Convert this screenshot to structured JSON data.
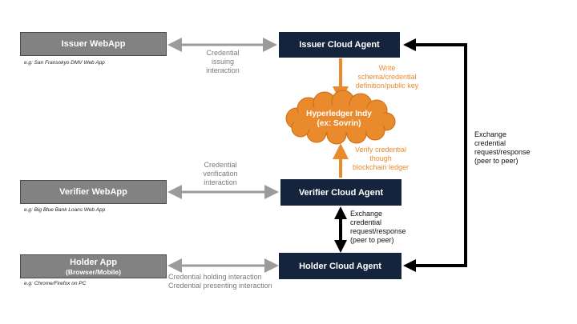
{
  "nodes": {
    "issuer_webapp": {
      "label": "Issuer WebApp",
      "caption": "e.g: San Fransokyo DMV Web App"
    },
    "verifier_webapp": {
      "label": "Verifier WebApp",
      "caption": "e.g: Big Blue Bank Loans Web App"
    },
    "holder_app": {
      "label": "Holder App",
      "sublabel": "(Browser/Mobile)",
      "caption": "e.g: Chrome/Firefox on PC"
    },
    "issuer_agent": {
      "label": "Issuer Cloud Agent"
    },
    "verifier_agent": {
      "label": "Verifier Cloud Agent"
    },
    "holder_agent": {
      "label": "Holder Cloud Agent"
    },
    "ledger": {
      "line1": "Hyperledger Indy",
      "line2": "(ex: Sovrin)"
    }
  },
  "edges": {
    "issuing": [
      "Credential",
      "issuing",
      "interaction"
    ],
    "verification": [
      "Credential",
      "verification",
      "interaction"
    ],
    "holding": [
      "Credential holding interaction",
      "Credential presenting interaction"
    ],
    "write": [
      "Write",
      "schema/credential",
      "definition/public key"
    ],
    "verify": [
      "Verify credential",
      "though",
      "blockchain ledger"
    ],
    "exchange_inner": [
      "Exchange",
      "credential",
      "request/response",
      "(peer to peer)"
    ],
    "exchange_outer": [
      "Exchange",
      "credential",
      "request/response",
      "(peer to peer)"
    ]
  },
  "colors": {
    "webapp": "#828282",
    "agent": "#14243d",
    "ledger": "#e98a2d",
    "gray_arrow": "#9b9b9b",
    "black_arrow": "#000000"
  }
}
